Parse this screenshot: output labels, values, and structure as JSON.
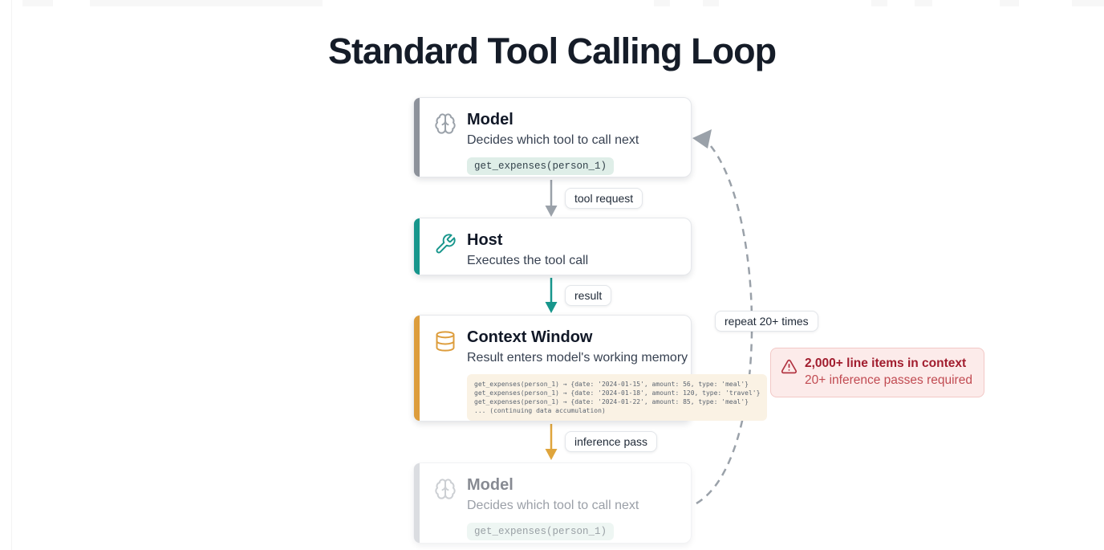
{
  "title": "Standard Tool Calling Loop",
  "nodes": {
    "model_top": {
      "icon": "brain-icon",
      "title": "Model",
      "subtitle": "Decides which tool to call next",
      "code": "get_expenses(person_1)"
    },
    "host": {
      "icon": "wrench-icon",
      "title": "Host",
      "subtitle": "Executes the tool call"
    },
    "context": {
      "icon": "database-icon",
      "title": "Context Window",
      "subtitle": "Result enters model's working memory",
      "log_lines": [
        "get_expenses(person_1) → {date: '2024-01-15', amount: 56, type: 'meal'}",
        "get_expenses(person_1) → {date: '2024-01-18', amount: 120, type: 'travel'}",
        "get_expenses(person_1) → {date: '2024-01-22', amount: 85, type: 'meal'}",
        "... (continuing data accumulation)"
      ]
    },
    "model_bottom": {
      "icon": "brain-icon",
      "title": "Model",
      "subtitle": "Decides which tool to call next",
      "code": "get_expenses(person_1)"
    }
  },
  "edges": {
    "tool_request": "tool request",
    "result": "result",
    "inference_pass": "inference pass",
    "repeat": "repeat 20+ times"
  },
  "warning": {
    "icon": "alert-triangle-icon",
    "line1": "2,000+ line items in context",
    "line2": "20+ inference passes required"
  },
  "colors": {
    "model_accent": "#8d929b",
    "host_accent": "#17968c",
    "context_accent": "#dd9d3c",
    "arrow_gray": "#9aa1a9",
    "arrow_teal": "#17968c",
    "arrow_amber": "#dfa53c",
    "code_chip_bg": "#dfeee8",
    "log_bg": "#faf2e4",
    "warning_bg": "#fcebea",
    "warning_text": "#a11d2e"
  }
}
